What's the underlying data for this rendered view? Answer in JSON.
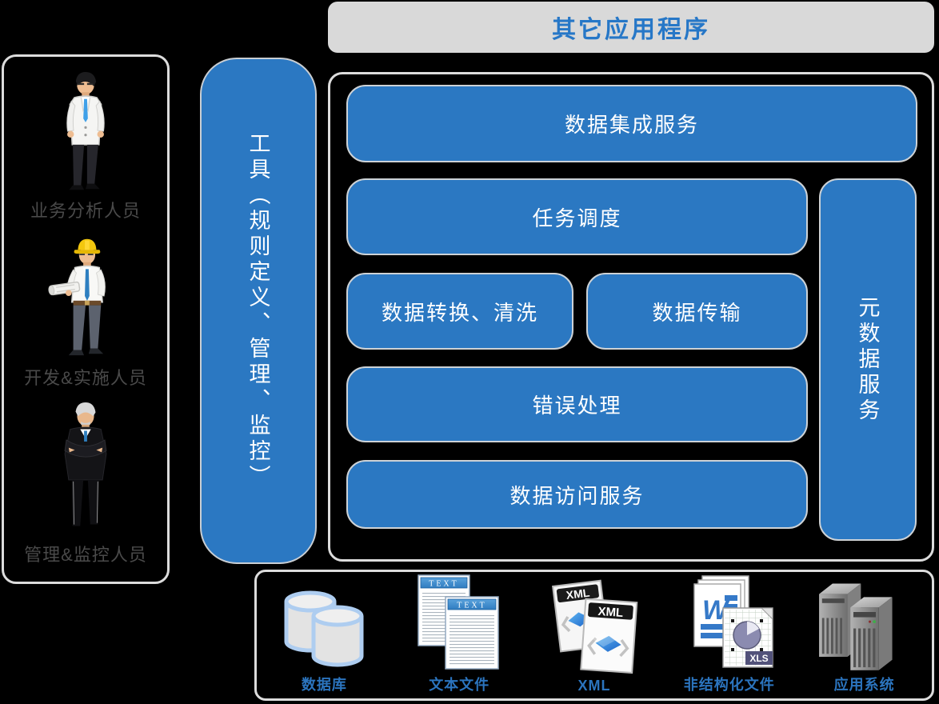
{
  "colors": {
    "background": "#000000",
    "accent_blue": "#2B78C2",
    "header_bg": "#D9D9D9",
    "header_text": "#2677C7",
    "service_text": "#FFFFFF",
    "box_border": "#DCDCDC",
    "actor_label": "#4A4A4A",
    "source_label": "#2B74BE"
  },
  "header": {
    "title": "其它应用程序"
  },
  "actors": {
    "items": [
      {
        "id": "business-analyst",
        "label": "业务分析人员"
      },
      {
        "id": "developer",
        "label": "开发&实施人员"
      },
      {
        "id": "manager",
        "label": "管理&监控人员"
      }
    ]
  },
  "toolbar": {
    "label": "工具（规则定义、管理、监控）"
  },
  "services": {
    "integration": "数据集成服务",
    "scheduling": "任务调度",
    "transform": "数据转换、清洗",
    "transport": "数据传输",
    "error_handling": "错误处理",
    "data_access": "数据访问服务",
    "metadata": "元数据服务"
  },
  "sources": {
    "items": [
      {
        "id": "database",
        "label": "数据库"
      },
      {
        "id": "text-file",
        "label": "文本文件"
      },
      {
        "id": "xml-file",
        "label": "XML"
      },
      {
        "id": "unstructured-file",
        "label": "非结构化文件"
      },
      {
        "id": "application-server",
        "label": "应用系统"
      }
    ],
    "icon_texts": {
      "text_header": "TEXT",
      "xml_header": "XML",
      "xls_badge": "XLS",
      "word_mark": "W"
    }
  }
}
